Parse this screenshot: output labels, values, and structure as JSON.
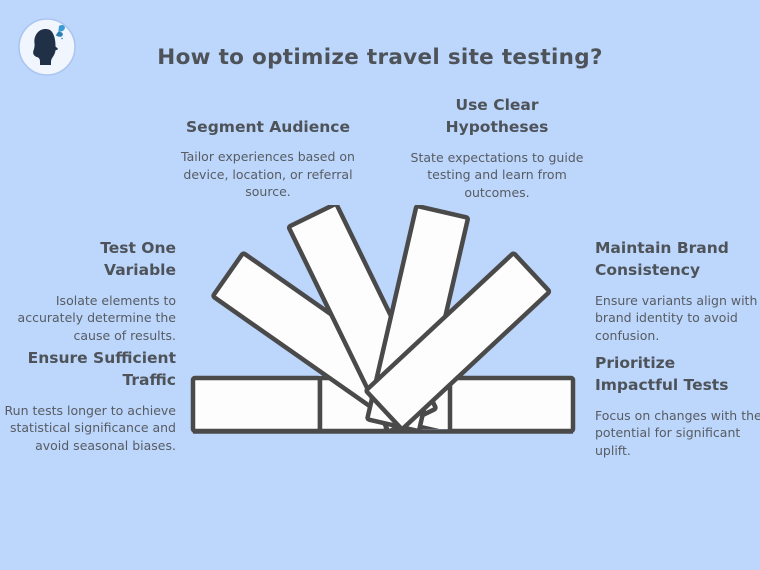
{
  "title": "How to optimize travel site testing?",
  "logo": {
    "icon": "woman-profile-butterfly-logo"
  },
  "illustration": {
    "name": "fanned-planks-sketch"
  },
  "colors": {
    "background": "#bdd6fc",
    "heading_text": "#4d5358",
    "body_text": "#575c62",
    "plank_fill": "#fdfdfd",
    "plank_stroke": "#4a4a4a",
    "logo_silhouette": "#203047",
    "logo_butterfly": "#3a9bd5"
  },
  "sections": [
    {
      "id": "segment-audience",
      "heading": "Segment Audience",
      "body": "Tailor experiences based on device, location, or referral source."
    },
    {
      "id": "use-clear-hypotheses",
      "heading": "Use Clear\nHypotheses",
      "body": "State expectations to guide testing and learn from outcomes."
    },
    {
      "id": "test-one-variable",
      "heading": "Test One\nVariable",
      "body": "Isolate elements to accurately determine the cause of results."
    },
    {
      "id": "ensure-sufficient-traffic",
      "heading": "Ensure Sufficient\nTraffic",
      "body": "Run tests longer to achieve statistical significance and avoid seasonal biases."
    },
    {
      "id": "maintain-brand-consistency",
      "heading": "Maintain Brand\nConsistency",
      "body": "Ensure variants align with brand identity to avoid confusion."
    },
    {
      "id": "prioritize-impactful-tests",
      "heading": "Prioritize\nImpactful Tests",
      "body": "Focus on changes with the potential for significant uplift."
    }
  ]
}
